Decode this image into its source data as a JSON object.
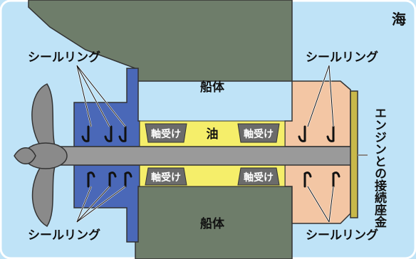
{
  "labels": {
    "sea": "海",
    "hull_top": "船体",
    "hull_bottom": "船体",
    "oil": "油",
    "bearing_tl": "軸受け",
    "bearing_tr": "軸受け",
    "bearing_bl": "軸受け",
    "bearing_br": "軸受け",
    "seal_tl": "シールリング",
    "seal_tr": "シールリング",
    "seal_bl": "シールリング",
    "seal_br": "シールリング",
    "engine_joint": "エンジンとの接続座金"
  },
  "colors": {
    "sea": "#bfe3f7",
    "hull": "#6e7d6a",
    "seal_housing_left": "#4a68b8",
    "seal_housing_right": "#f3c6a4",
    "oil": "#f5ee6a",
    "bearing": "#6b6b6b",
    "shaft": "#9a9a9a",
    "propeller": "#8a8a8a",
    "washer": "#c8b84a"
  }
}
